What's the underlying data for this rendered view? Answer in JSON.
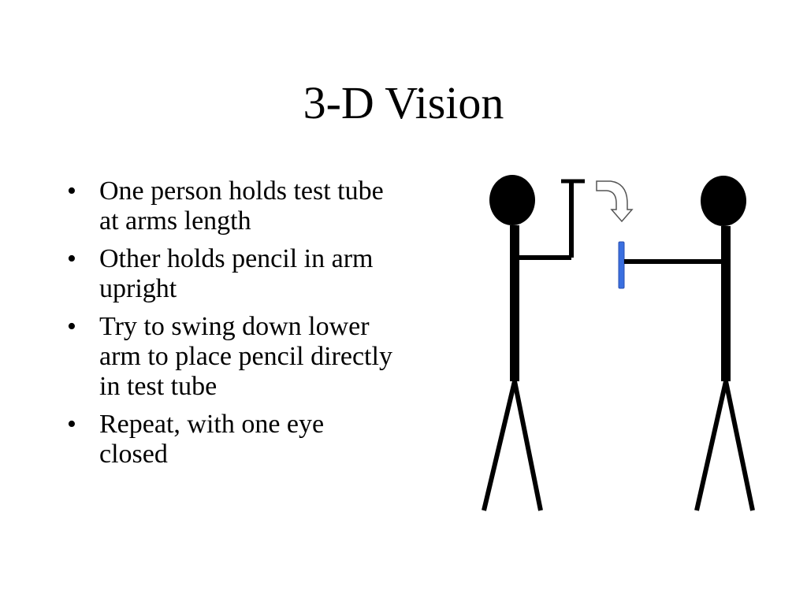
{
  "slide": {
    "title": "3-D Vision",
    "bullets": [
      {
        "marker": "•",
        "text": "One person holds test tube at arms length"
      },
      {
        "marker": "•",
        "text": "Other holds pencil in arm upright"
      },
      {
        "marker": "•",
        "text": "Try to swing down lower arm to place pencil directly in test tube"
      },
      {
        "marker": "•",
        "text": "Repeat, with one eye closed"
      }
    ]
  },
  "figure": {
    "colors": {
      "figure_stroke": "#000000",
      "pencil_fill": "#3a6fe0",
      "pencil_stroke": "#2a4fb0",
      "arrow_fill": "#ffffff",
      "arrow_stroke": "#555555"
    },
    "icons": {
      "left_person": "stick-figure-holding-test-tube",
      "right_person": "stick-figure-holding-pencil",
      "swing_arrow": "curved-down-arrow-icon"
    }
  }
}
